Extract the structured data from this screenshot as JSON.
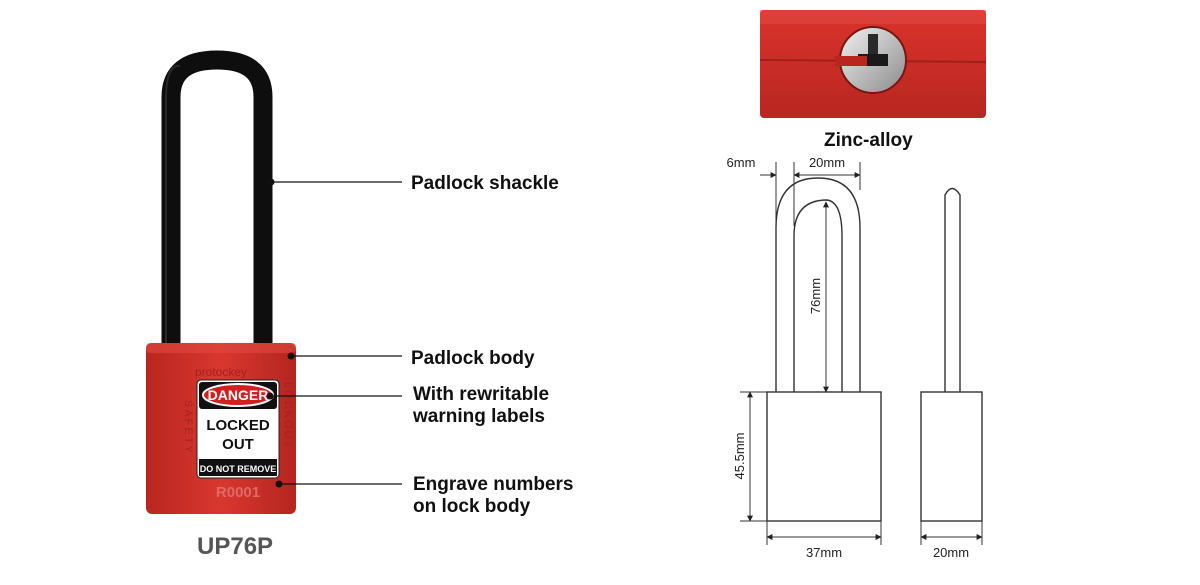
{
  "product": {
    "model": "UP76P",
    "brand_mark": "protockey",
    "side_text_left": "SAFETY",
    "side_text_right": "LOCKOUT",
    "engraved_number": "R0001",
    "label": {
      "header": "DANGER",
      "line1": "LOCKED",
      "line2": "OUT",
      "footer": "DO NOT REMOVE"
    }
  },
  "callouts": {
    "shackle": "Padlock shackle",
    "body": "Padlock body",
    "labels_line1": "With rewritable",
    "labels_line2": "warning labels",
    "engrave_line1": "Engrave numbers",
    "engrave_line2": "on lock body"
  },
  "cylinder_material": "Zinc-alloy",
  "dimensions": {
    "shackle_thickness": "6mm",
    "shackle_inner_width": "20mm",
    "shackle_clearance": "76mm",
    "body_height": "45.5mm",
    "body_width": "37mm",
    "body_depth": "20mm"
  },
  "colors": {
    "body_red": "#d0312d",
    "body_red_dark": "#a5221f",
    "shackle_black": "#111111"
  }
}
